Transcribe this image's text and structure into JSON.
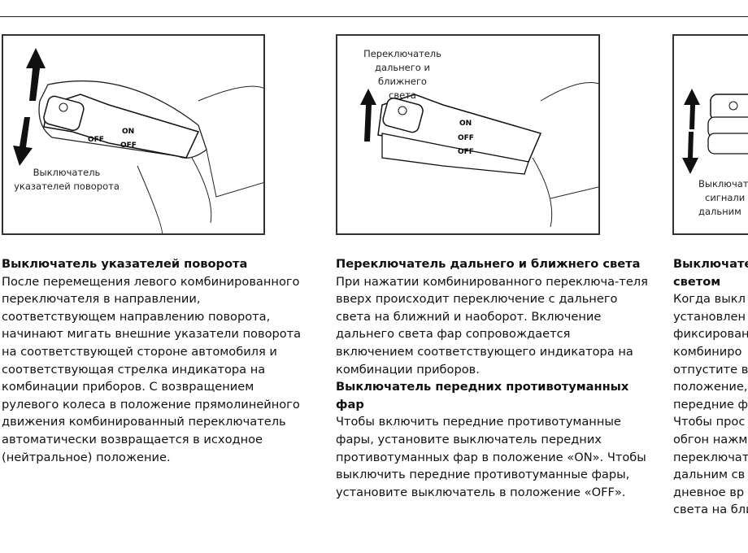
{
  "figures": [
    {
      "caption_lines": [
        "Выключатель",
        "указателей поворота"
      ],
      "stalk_labels": [
        "ON",
        "OFF",
        "OFF"
      ]
    },
    {
      "caption_lines": [
        "Переключатель",
        "дальнего и ближнего",
        "света"
      ],
      "stalk_labels": [
        "ON",
        "OFF",
        "OFF"
      ]
    },
    {
      "caption_lines": [
        "Выключат",
        "сигнали",
        "дальним"
      ]
    }
  ],
  "columns": [
    {
      "heading": "Выключатель указателей поворота",
      "body": "После перемещения левого комбинированного переключателя в направлении, соответствующем направлению поворота, начинают мигать внешние указатели поворота на соответствующей стороне автомобиля и соответствующая стрелка индикатора на комбинации приборов. С возвращением рулевого колеса в положение прямолинейного движения комбинированный переключатель автоматически возвращается в исходное (нейтральное) положение."
    },
    {
      "heading": "Переключатель дальнего и ближнего света",
      "body": "При нажатии комбинированного переключа-теля вверх происходит переключение с дальнего света на ближний и наоборот. Включение дальнего света фар сопровождается включением соответствующего индикатора на комбинации приборов.",
      "heading2": "Выключатель передних противотуманных фар",
      "body2": "Чтобы включить передние противотуманные фары, установите выключатель передних противотуманных фар в положение «ON». Чтобы выключить передние противотуманные фары, установите выключатель в положение «OFF»."
    },
    {
      "heading_lines": [
        "Выключате",
        "светом"
      ],
      "body_lines": [
        "Когда выкл",
        "установлен",
        "фиксирован",
        "комбиниро",
        "отпустите в",
        "положение,",
        "передние ф",
        "Чтобы прос",
        "обгон нажм",
        "переключат",
        "дальним св",
        "дневное вр",
        "света на бли"
      ]
    }
  ]
}
